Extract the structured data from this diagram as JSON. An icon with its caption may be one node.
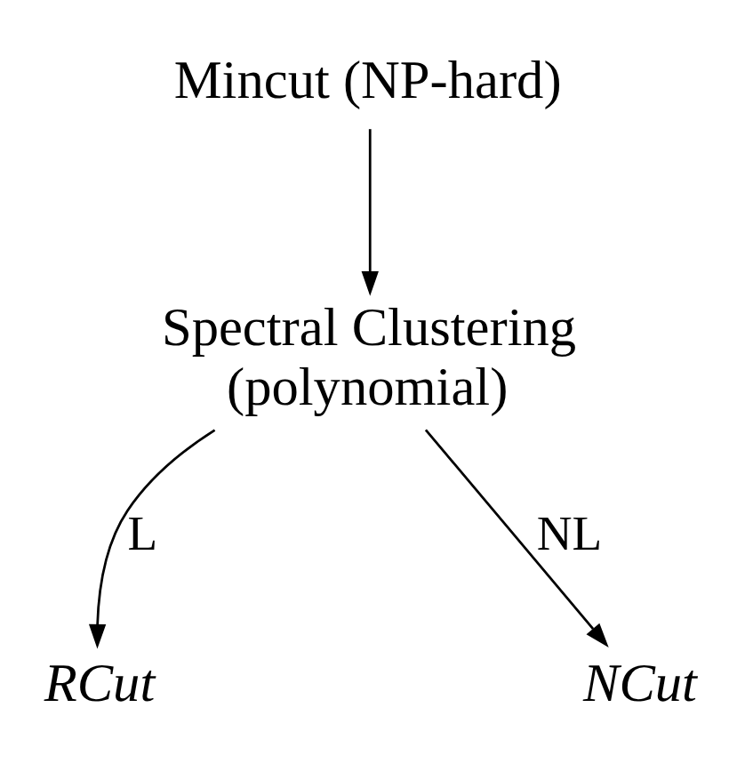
{
  "diagram": {
    "nodes": [
      {
        "text": [
          "Mincut (NP-hard)"
        ]
      },
      {
        "text": [
          "Spectral Clustering (polynomial)"
        ]
      },
      {
        "text": [
          "RCut"
        ]
      },
      {
        "text": [
          "NCut"
        ]
      }
    ],
    "edges": [
      {
        "from": 0,
        "to": 1,
        "arrow": "to"
      },
      {
        "from": 1,
        "to": 2,
        "arrow": "to",
        "label": "L"
      },
      {
        "from": 1,
        "to": 3,
        "arrow": "to",
        "label": "NL"
      }
    ]
  }
}
